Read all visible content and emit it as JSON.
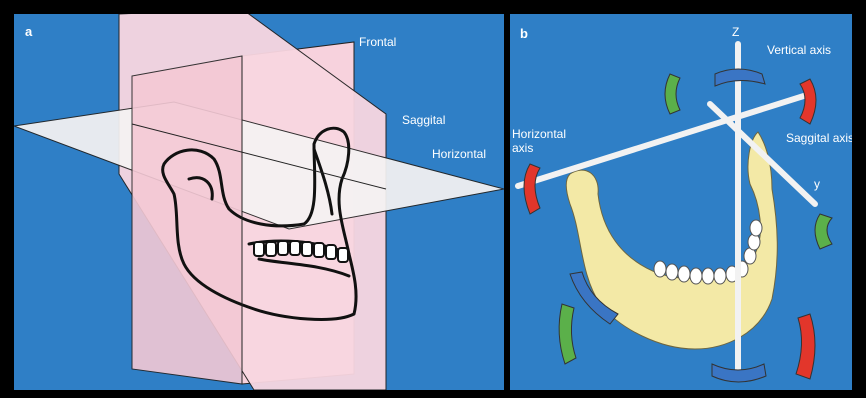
{
  "panel_a": {
    "letter": "a",
    "labels": {
      "frontal": "Frontal",
      "saggital": "Saggital",
      "horizontal": "Horizontal"
    }
  },
  "panel_b": {
    "letter": "b",
    "labels": {
      "z": "Z",
      "vertical_axis": "Vertical axis",
      "horizontal_axis_line1": "Horizontal",
      "horizontal_axis_line2": "axis",
      "saggital_axis": "Saggital axis",
      "y": "y"
    }
  },
  "colors": {
    "background": "#2f7fc6",
    "plane_pink": "#f7d2dd",
    "plane_white": "#f4f4f4",
    "mandible": "#f3e9a6",
    "arrow_red": "#e2362b",
    "arrow_green": "#5bb04a",
    "arrow_blue": "#3a75c4"
  }
}
